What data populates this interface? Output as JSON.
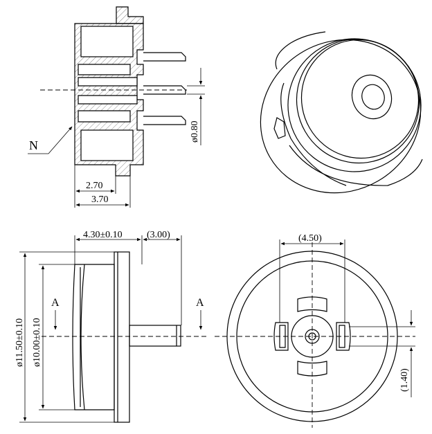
{
  "labels": {
    "section_mark": "N",
    "pin_dia": "ø0.80",
    "dim_2_70": "2.70",
    "dim_3_70": "3.70",
    "body_length": "4.30±0.10",
    "pin_length": "(3.00)",
    "outer_dia": "ø11.50±0.10",
    "inner_dia": "ø10.00±0.10",
    "section_a_left": "A",
    "section_a_right": "A",
    "pin_spacing": "(4.50)",
    "pin_width": "(1.40)"
  }
}
